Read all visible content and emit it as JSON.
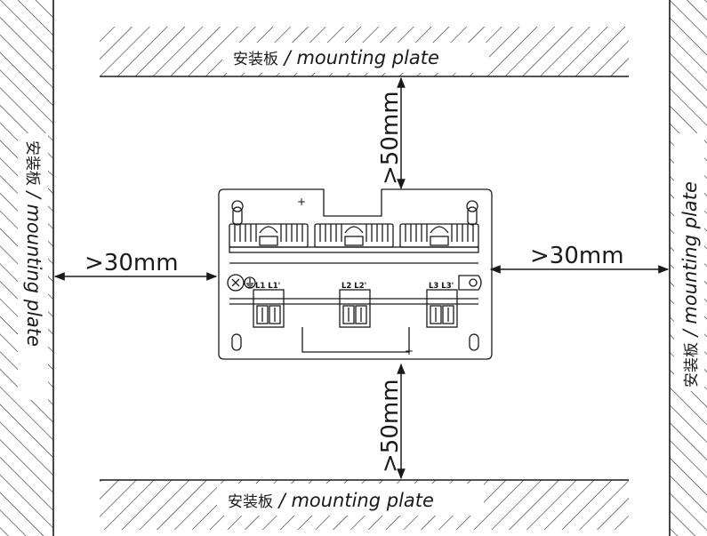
{
  "plate_labels": {
    "top": {
      "cn": "安装板",
      "sep": " / ",
      "en": "mounting plate"
    },
    "bottom": {
      "cn": "安装板",
      "sep": " / ",
      "en": "mounting plate"
    },
    "left": {
      "cn": "安装板",
      "sep": " / ",
      "en": "mounting plate"
    },
    "right": {
      "cn": "安装板",
      "sep": " / ",
      "en": "mounting plate"
    }
  },
  "clearances": {
    "top": ">50mm",
    "bottom": ">50mm",
    "left": ">30mm",
    "right": ">30mm"
  },
  "terminals": {
    "group1": "L1 L1'",
    "group2": "L2 L2'",
    "group3": "L3 L3'"
  },
  "marks": {
    "plus_top": "+",
    "plus_bottom": "+"
  },
  "colors": {
    "line": "#1a1a1a",
    "background": "#ffffff"
  }
}
